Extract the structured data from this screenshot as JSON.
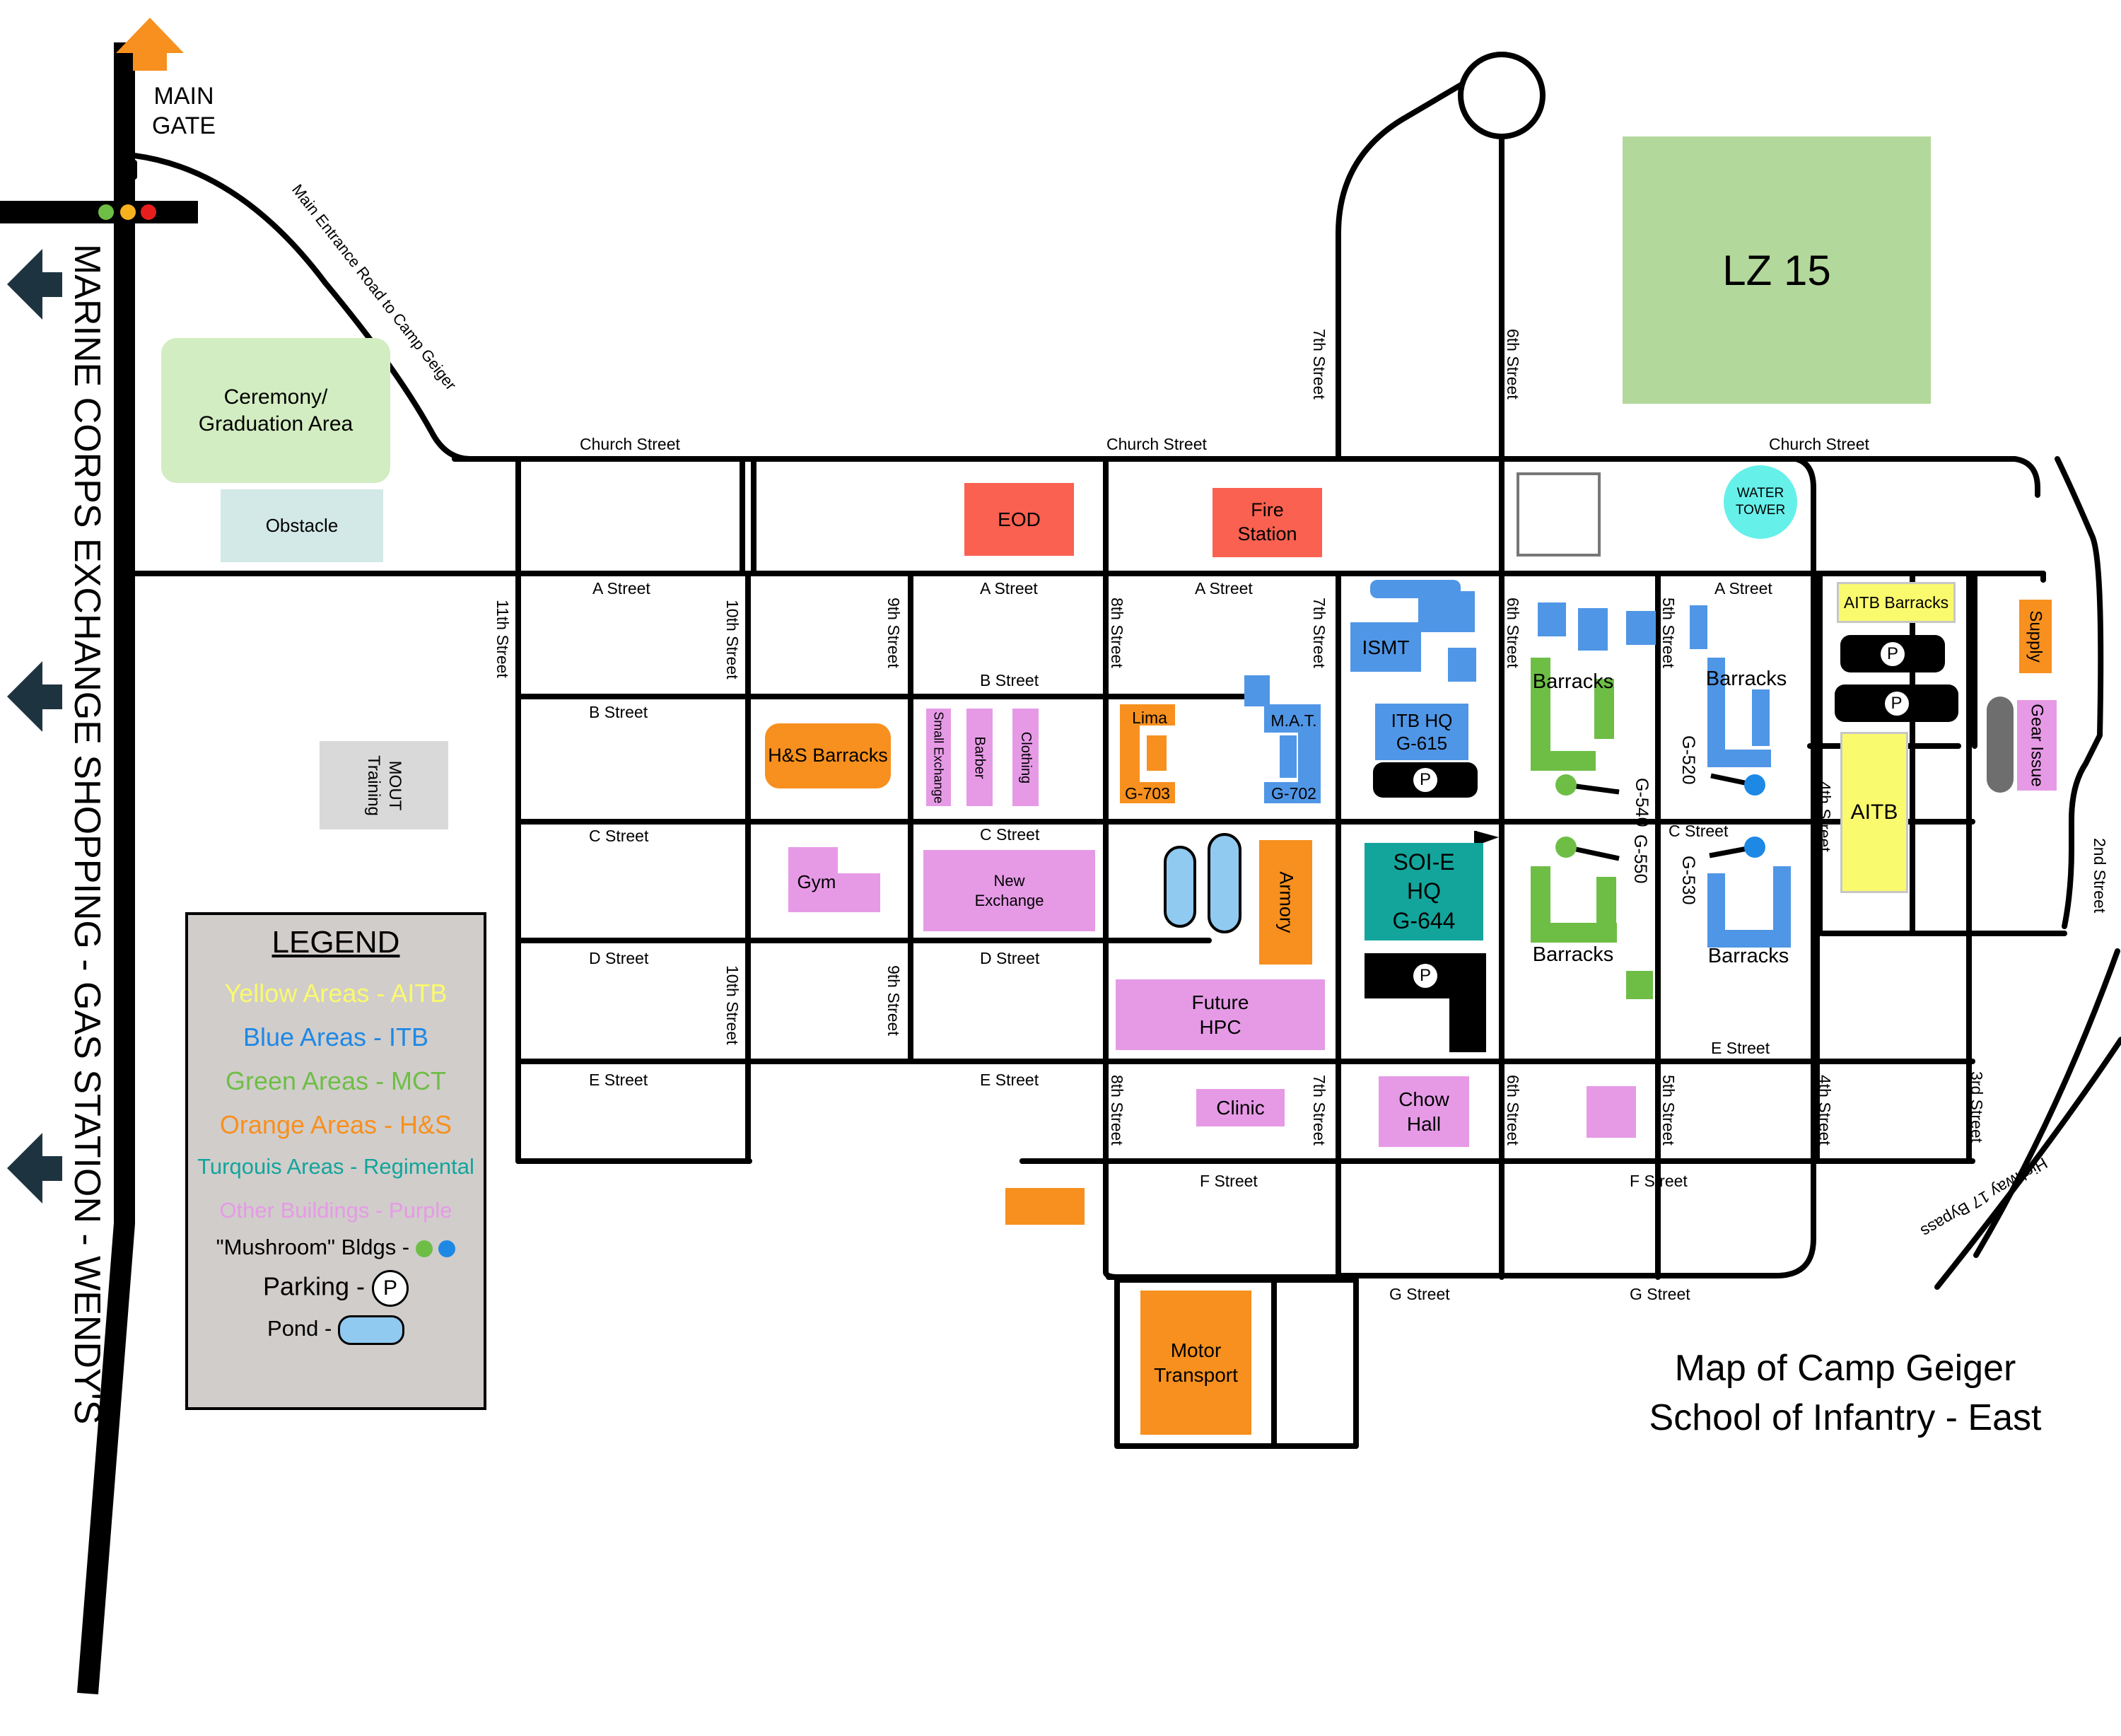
{
  "gate": {
    "line1": "MAIN",
    "line2": "GATE"
  },
  "highway_text": "MARINE CORPS EXCHANGE SHOPPING - GAS STATION - WENDY'S",
  "main_entrance_road": "Main Entrance Road to Camp Geiger",
  "streets": {
    "church": "Church Street",
    "a": "A Street",
    "b": "B Street",
    "c": "C Street",
    "d": "D Street",
    "e": "E Street",
    "f": "F Street",
    "g": "G Street",
    "s2": "2nd Street",
    "s3": "3rd Street",
    "s4": "4th Street",
    "s5": "5th Street",
    "s6": "6th Street",
    "s7": "7th Street",
    "s8": "8th Street",
    "s9": "9th Street",
    "s10": "10th Street",
    "s11": "11th Street",
    "highway17": "Highway 17 Bypass"
  },
  "buildings": {
    "ceremony": "Ceremony/ Graduation Area",
    "obstacle": "Obstacle",
    "mout": "MOUT Training",
    "lz15": "LZ 15",
    "eod": "EOD",
    "fire_station": "Fire Station",
    "water_tower": "WATER TOWER",
    "ismt": "ISMT",
    "barracks": "Barracks",
    "aitb_barracks": "AITB Barracks",
    "supply": "Supply",
    "hs_barracks": "H&S Barracks",
    "small_exchange": "Small Exchange",
    "barber": "Barber",
    "clothing": "Clothing",
    "lima": "Lima",
    "g703": "G-703",
    "mat": "M.A.T.",
    "g702": "G-702",
    "itb_hq": "ITB HQ",
    "g615": "G-615",
    "g540": "G-540",
    "g520": "G-520",
    "aitb": "AITB",
    "gear_issue": "Gear Issue",
    "gym": "Gym",
    "new_exchange": "New Exchange",
    "armory": "Armory",
    "soi_e": "SOI-E",
    "hq": "HQ",
    "g644": "G-644",
    "g550": "G-550",
    "g530": "G-530",
    "future_hpc": "Future HPC",
    "clinic": "Clinic",
    "chow_hall": "Chow Hall",
    "motor_transport": "Motor Transport",
    "parking": "P"
  },
  "legend": {
    "title": "LEGEND",
    "yellow": "Yellow Areas - AITB",
    "blue": "Blue Areas - ITB",
    "green": "Green Areas - MCT",
    "orange": "Orange Areas - H&S",
    "turquoise": "Turqouis Areas - Regimental",
    "purple": "Other Buildings - Purple",
    "mushroom": "\"Mushroom\" Bldgs -",
    "parking": "Parking -",
    "pond": "Pond -"
  },
  "map_title": {
    "line1": "Map of Camp Geiger",
    "line2": "School of Infantry - East"
  },
  "colors": {
    "yellow": "#fafa6e",
    "blue": "#5096e6",
    "green": "#6ebe46",
    "orange": "#f7901e",
    "purple": "#e69ae6",
    "turquoise": "#13a59b",
    "red": "#fa6150",
    "lz_green": "#b3d89c",
    "light_green": "#d2edc1",
    "light_teal": "#d3e9e7",
    "grey_block": "#d9d9d9",
    "water_tower": "#66f0ea",
    "pond": "#90caf0",
    "legend_bg": "#d1cdcb",
    "navy": "#1e3340"
  }
}
